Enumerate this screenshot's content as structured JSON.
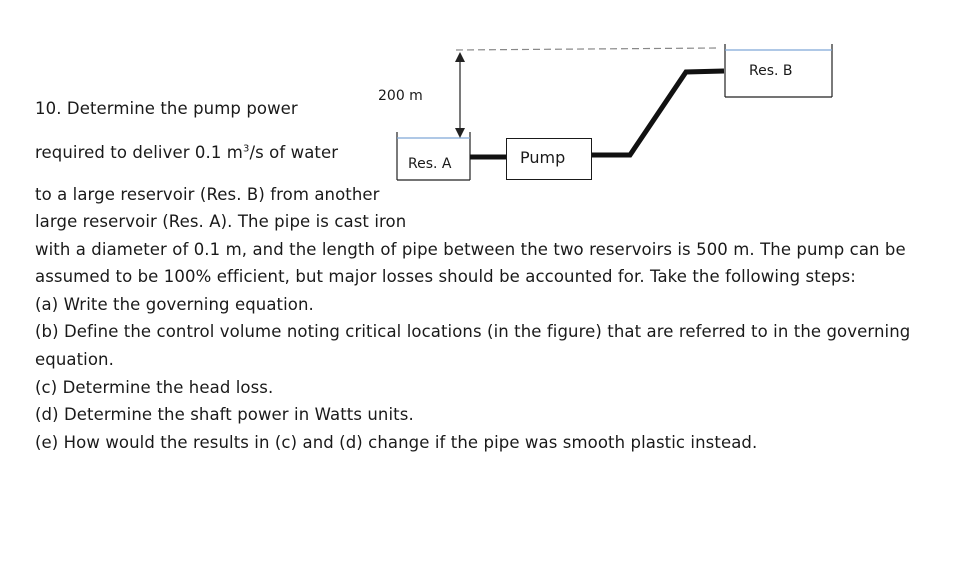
{
  "problem": {
    "line1": "10. Determine the pump power",
    "line2_pre": "required to deliver 0.1 m",
    "line2_sup": "3",
    "line2_post": "/s of water",
    "line3": "to a large reservoir (Res. B) from another",
    "line4": "large reservoir (Res. A). The pipe is cast iron",
    "line5": " with a diameter of 0.1 m, and the length of pipe between the two reservoirs is 500 m. The pump can be",
    "line6": "assumed to be 100% efficient, but major losses should be accounted for. Take the following steps:",
    "step_a": "(a) Write the governing equation.",
    "step_b1": "(b) Define the control volume noting critical locations (in the figure) that are referred to in the governing",
    "step_b2": "equation.",
    "step_c": "(c) Determine the head loss.",
    "step_d": "(d) Determine the shaft power in Watts units.",
    "step_e": "(e) How would the results in (c) and (d) change if the pipe was smooth plastic instead."
  },
  "figure": {
    "elevation_label": "200 m",
    "res_a_label": "Res. A",
    "res_b_label": "Res. B",
    "pump_label": "Pump"
  }
}
